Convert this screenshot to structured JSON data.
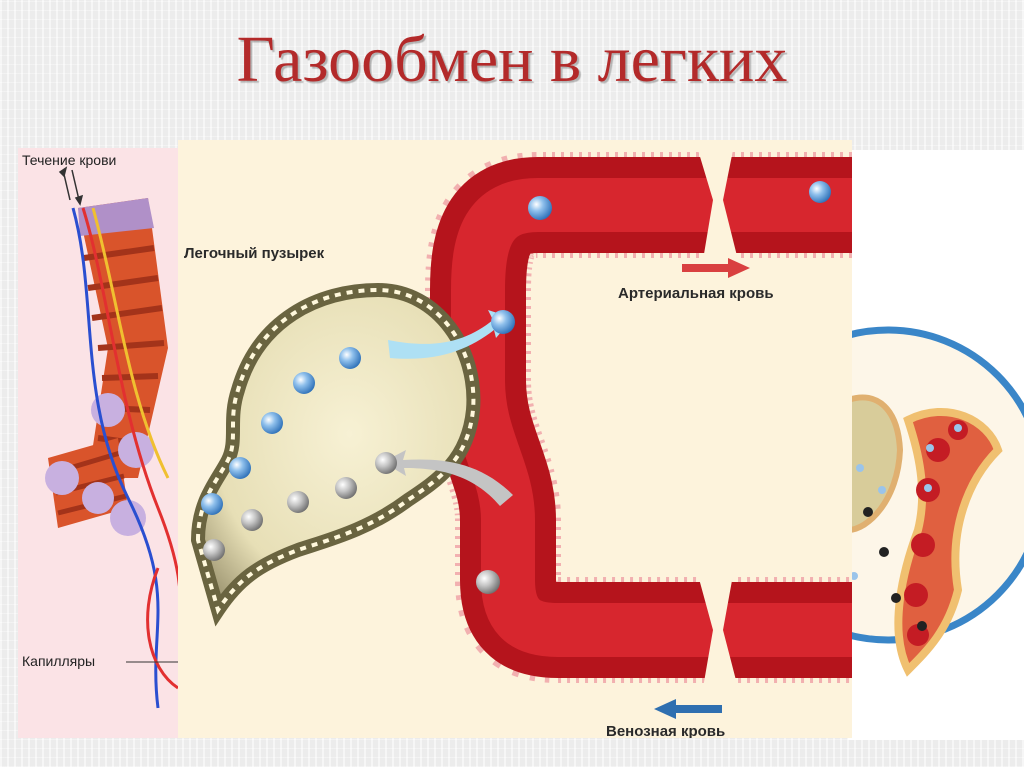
{
  "slide": {
    "title": "Газообмен в легких"
  },
  "labels": {
    "blood_flow": "Течение крови",
    "capillaries": "Капилляры",
    "alveolus": "Легочный пузырек",
    "arterial_blood": "Артериальная кровь",
    "venous_blood": "Венозная кровь"
  },
  "colors": {
    "title": "#b32a2a",
    "vessel": "#c0191f",
    "oxygen": "#4a90d0",
    "co2": "#8a8a8a",
    "arterial_arrow": "#d94040",
    "venous_arrow": "#2f6fb0"
  }
}
